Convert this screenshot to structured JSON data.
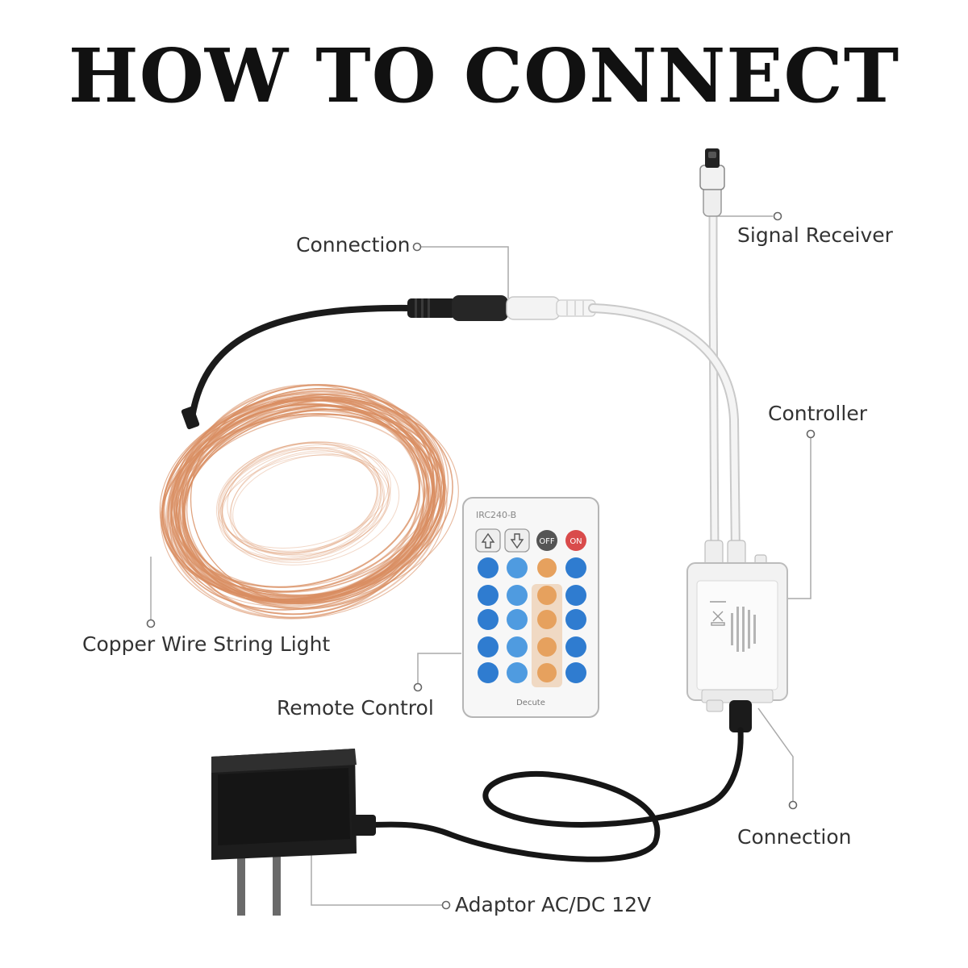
{
  "title": "HOW TO CONNECT",
  "labels": {
    "connection_top": "Connection",
    "signal_receiver": "Signal Receiver",
    "controller": "Controller",
    "copper_wire": "Copper Wire String Light",
    "remote_control": "Remote Control",
    "connection_bottom": "Connection",
    "adaptor": "Adaptor AC/DC 12V"
  },
  "remote": {
    "model": "IRC240-B",
    "brand": "Decute",
    "off": "OFF",
    "on": "ON"
  },
  "colors": {
    "copper": "#d98e62",
    "remote_blue": "#2f7cd0",
    "remote_orange": "#e6a15e",
    "off_button": "#555555",
    "on_button": "#d94b4b"
  }
}
